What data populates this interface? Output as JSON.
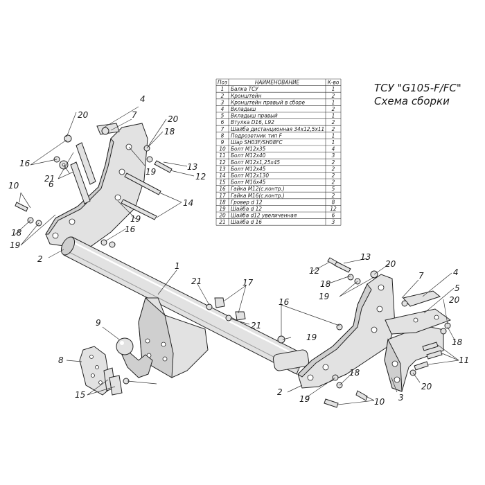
{
  "title": "ТСУ \"G105-F/FC\"",
  "subtitle": "Схема сборки",
  "table": {
    "headers": [
      "Поз",
      "НАИМЕНОВАНИЕ",
      "К-во"
    ],
    "rows": [
      [
        "1",
        "Балка ТСУ",
        "1"
      ],
      [
        "2",
        "Кронштейн",
        "2"
      ],
      [
        "3",
        "Кронштейн правый в сборе",
        "1"
      ],
      [
        "4",
        "Вкладыш",
        "2"
      ],
      [
        "5",
        "Вкладыш правый",
        "1"
      ],
      [
        "6",
        "Втулка D16, L92",
        "2"
      ],
      [
        "7",
        "Шайба дистанционная 34х12,5х11",
        "2"
      ],
      [
        "8",
        "Подрозетник тип F",
        "1"
      ],
      [
        "9",
        "Шар SH03F/SH08FC",
        "1"
      ],
      [
        "10",
        "Болт М12х35",
        "4"
      ],
      [
        "11",
        "Болт М12х40",
        "3"
      ],
      [
        "12",
        "Болт М12х1,25х45",
        "2"
      ],
      [
        "13",
        "Болт М12х45",
        "2"
      ],
      [
        "14",
        "Болт М12х130",
        "2"
      ],
      [
        "15",
        "Болт М16х45",
        "2"
      ],
      [
        "16",
        "Гайка М12(с.контр.)",
        "5"
      ],
      [
        "17",
        "Гайка М16(с.контр.)",
        "2"
      ],
      [
        "18",
        "Гровер d 12",
        "8"
      ],
      [
        "19",
        "Шайба d 12",
        "12"
      ],
      [
        "20",
        "Шайба d12 увеличенная",
        "6"
      ],
      [
        "21",
        "Шайба d 16",
        "3"
      ]
    ]
  },
  "callouts": [
    "1",
    "2",
    "2",
    "3",
    "4",
    "4",
    "5",
    "6",
    "7",
    "7",
    "8",
    "9",
    "10",
    "10",
    "11",
    "12",
    "12",
    "13",
    "13",
    "14",
    "15",
    "16",
    "16",
    "16",
    "17",
    "18",
    "18",
    "18",
    "18",
    "18",
    "19",
    "19",
    "19",
    "19",
    "19",
    "19",
    "20",
    "20",
    "20",
    "20",
    "20",
    "21",
    "21",
    "21"
  ]
}
